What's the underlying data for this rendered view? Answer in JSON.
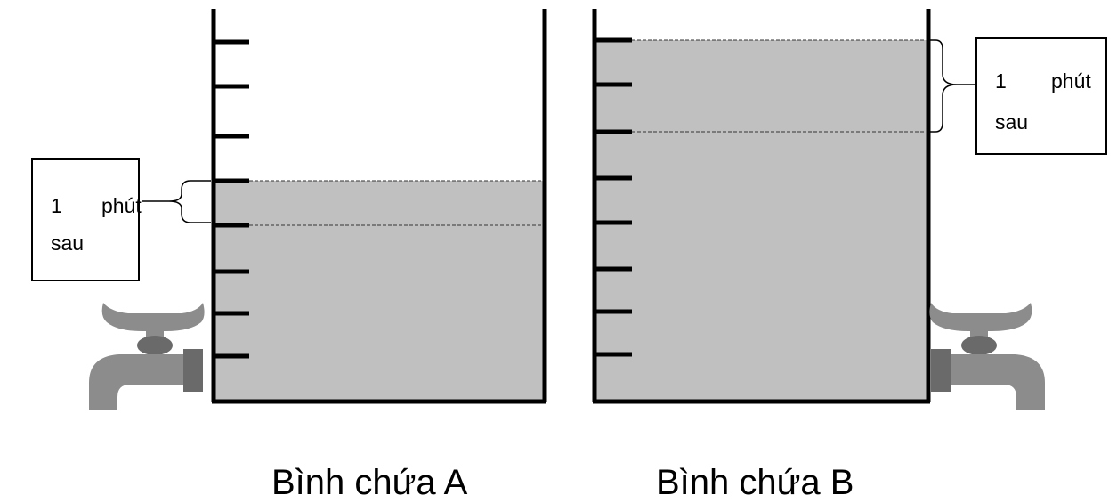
{
  "containers": [
    {
      "id": "A",
      "caption": "Bình chứa A",
      "tick_count": 8,
      "level_start_tick": 4,
      "level_after_tick": 5,
      "tap_side": "left"
    },
    {
      "id": "B",
      "caption": "Bình chứa B",
      "tick_count": 8,
      "level_start_tick": 1,
      "level_after_tick": 3,
      "tap_side": "right"
    }
  ],
  "note": {
    "line1_number": "1",
    "line1_word": "phút",
    "line2": "sau"
  },
  "colors": {
    "water": "#c0c0c0",
    "wall": "#000000",
    "tap": "#8c8c8c",
    "tap_dark": "#6a6a6a",
    "dashed": "#333333"
  }
}
